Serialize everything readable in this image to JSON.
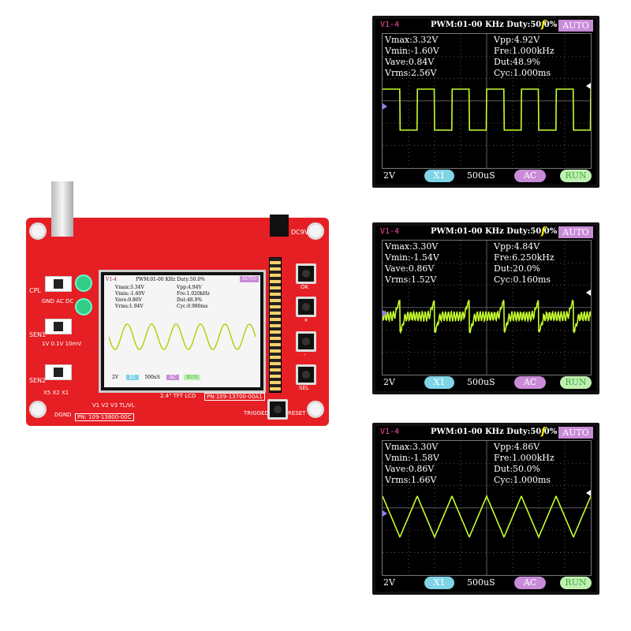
{
  "pcb": {
    "labels": {
      "cpl": "CPL",
      "coupling": "GND AC DC",
      "sen1": "SEN1",
      "scale": "1V 0.1V 10mV",
      "sen2": "SEN2",
      "timebase": "X5 X2 X1",
      "dgnd": "DGND",
      "pn": "PN: 109-13800-00C",
      "lcd_label": "2.4\" TFT LCD",
      "lcd_pn": "PN:109-13700-00A1",
      "dc": "DC9V",
      "ok": "OK",
      "plus": "+",
      "minus": "-",
      "sel": "SEL",
      "trigged": "TRIGGED",
      "reset": "RESET",
      "v_labels": "V1  V2  V3  TL/VL"
    },
    "lcd_screen": {
      "ch": "V1-4",
      "pwm": "PWM:01-00 KHz Duty:50.0%",
      "auto": "AUTO",
      "left": [
        "Vmax:3.34V",
        "Vmin:-1.60V",
        "Vave:0.86V",
        "Vrms:1.94V"
      ],
      "right": [
        "Vpp:4.94V",
        "Fre:1.020kHz",
        "Dut:48.9%",
        "Cyc:0.980ms"
      ],
      "footer": [
        "2V",
        "X1",
        "500uS",
        "AC",
        "RUN"
      ]
    }
  },
  "screens": [
    {
      "channel": "V1-4",
      "pwm": "PWM:01-00 KHz Duty:50.0%",
      "func": "f",
      "mode": "AUTO",
      "left": [
        "Vmax:3.32V",
        "Vmin:-1.60V",
        "Vave:0.84V",
        "Vrms:2.56V"
      ],
      "right": [
        "Vpp:4.92V",
        "Fre:1.000kHz",
        "Dut:48.9%",
        "Cyc:1.000ms"
      ],
      "volt_div": "2V",
      "probe": "X1",
      "time_div": "500uS",
      "coupling": "AC",
      "run": "RUN",
      "waveform": "square"
    },
    {
      "channel": "V1-4",
      "pwm": "PWM:01-00 KHz Duty:50.0%",
      "func": "f",
      "mode": "AUTO",
      "left": [
        "Vmax:3.30V",
        "Vmin:-1.54V",
        "Vave:0.86V",
        "Vrms:1.52V"
      ],
      "right": [
        "Vpp:4.84V",
        "Fre:6.250kHz",
        "Dut:20.0%",
        "Cyc:0.160ms"
      ],
      "volt_div": "2V",
      "probe": "X1",
      "time_div": "500uS",
      "coupling": "AC",
      "run": "RUN",
      "waveform": "noisy"
    },
    {
      "channel": "V1-4",
      "pwm": "PWM:01-00 KHz Duty:50.0%",
      "func": "f",
      "mode": "AUTO",
      "left": [
        "Vmax:3.30V",
        "Vmin:-1.58V",
        "Vave:0.86V",
        "Vrms:1.66V"
      ],
      "right": [
        "Vpp:4.86V",
        "Fre:1.000kHz",
        "Dut:50.0%",
        "Cyc:1.000ms"
      ],
      "volt_div": "2V",
      "probe": "X1",
      "time_div": "500uS",
      "coupling": "AC",
      "run": "RUN",
      "waveform": "triangle"
    }
  ],
  "colors": {
    "trace": "#c6ff2e",
    "pcb": "#e51f24",
    "grid": "#7a7a7a",
    "trigger": "#9a7cff"
  }
}
